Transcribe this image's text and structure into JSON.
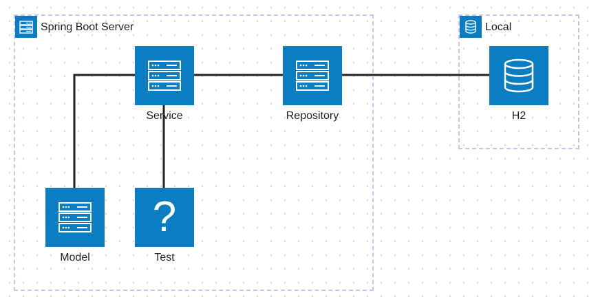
{
  "groups": {
    "server": {
      "label": "Spring Boot Server",
      "icon": "server-icon"
    },
    "local": {
      "label": "Local",
      "icon": "database-icon"
    }
  },
  "nodes": {
    "service": {
      "label": "Service",
      "icon": "server-icon"
    },
    "repository": {
      "label": "Repository",
      "icon": "server-icon"
    },
    "h2": {
      "label": "H2",
      "icon": "database-icon"
    },
    "model": {
      "label": "Model",
      "icon": "server-icon"
    },
    "test": {
      "label": "Test",
      "icon": "question-icon",
      "glyph": "?"
    }
  },
  "connections": [
    {
      "from": "model",
      "to": "service"
    },
    {
      "from": "test",
      "to": "service"
    },
    {
      "from": "service",
      "to": "repository"
    },
    {
      "from": "repository",
      "to": "h2"
    }
  ],
  "colors": {
    "node_fill": "#0b7dc2",
    "group_border": "#c5c5ee",
    "wire": "#222222"
  }
}
